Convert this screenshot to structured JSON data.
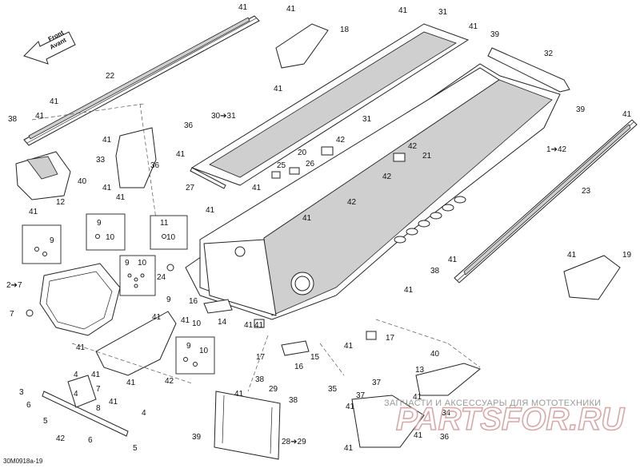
{
  "diagram": {
    "code": "30M0918a-19",
    "front_arrow": {
      "line1": "Front",
      "line2": "Avant"
    },
    "watermark_text": "ЗАПЧАСТИ И АКСЕССУАРЫ ДЛЯ МОТОТЕХНИКИ",
    "watermark_logo": "PARTSFOR.RU",
    "callouts": [
      {
        "id": "c1",
        "text": "41"
      },
      {
        "id": "c2",
        "text": "41"
      },
      {
        "id": "c3",
        "text": "18"
      },
      {
        "id": "c4",
        "text": "41"
      },
      {
        "id": "c5",
        "text": "31"
      },
      {
        "id": "c6",
        "text": "41"
      },
      {
        "id": "c7",
        "text": "39"
      },
      {
        "id": "c8",
        "text": "32"
      },
      {
        "id": "c9",
        "text": "22"
      },
      {
        "id": "c10",
        "text": "41"
      },
      {
        "id": "c11",
        "text": "38"
      },
      {
        "id": "c12",
        "text": "41"
      },
      {
        "id": "c13",
        "text": "30➔31"
      },
      {
        "id": "c14",
        "text": "41"
      },
      {
        "id": "c15",
        "text": "31"
      },
      {
        "id": "c16",
        "text": "39"
      },
      {
        "id": "c17",
        "text": "41"
      },
      {
        "id": "c18",
        "text": "36"
      },
      {
        "id": "c19",
        "text": "41"
      },
      {
        "id": "c20",
        "text": "42"
      },
      {
        "id": "c21",
        "text": "1➔42"
      },
      {
        "id": "c22",
        "text": "33"
      },
      {
        "id": "c23",
        "text": "36"
      },
      {
        "id": "c24",
        "text": "41"
      },
      {
        "id": "c25",
        "text": "20"
      },
      {
        "id": "c26",
        "text": "42"
      },
      {
        "id": "c27",
        "text": "21"
      },
      {
        "id": "c28",
        "text": "40"
      },
      {
        "id": "c29",
        "text": "41"
      },
      {
        "id": "c30",
        "text": "25"
      },
      {
        "id": "c31",
        "text": "26"
      },
      {
        "id": "c32",
        "text": "42"
      },
      {
        "id": "c33",
        "text": "23"
      },
      {
        "id": "c34",
        "text": "41"
      },
      {
        "id": "c35",
        "text": "12"
      },
      {
        "id": "c36",
        "text": "27"
      },
      {
        "id": "c37",
        "text": "41"
      },
      {
        "id": "c38",
        "text": "42"
      },
      {
        "id": "c39",
        "text": "41"
      },
      {
        "id": "c40",
        "text": "41"
      },
      {
        "id": "c41",
        "text": "9"
      },
      {
        "id": "c42",
        "text": "10"
      },
      {
        "id": "c43",
        "text": "11"
      },
      {
        "id": "c44",
        "text": "10"
      },
      {
        "id": "c45",
        "text": "41"
      },
      {
        "id": "c46",
        "text": "9"
      },
      {
        "id": "c47",
        "text": "41"
      },
      {
        "id": "c48",
        "text": "19"
      },
      {
        "id": "c49",
        "text": "2➔7"
      },
      {
        "id": "c50",
        "text": "9"
      },
      {
        "id": "c51",
        "text": "10"
      },
      {
        "id": "c52",
        "text": "24"
      },
      {
        "id": "c53",
        "text": "38"
      },
      {
        "id": "c54",
        "text": "41"
      },
      {
        "id": "c55",
        "text": "7"
      },
      {
        "id": "c56",
        "text": "9"
      },
      {
        "id": "c57",
        "text": "16"
      },
      {
        "id": "c58",
        "text": "10"
      },
      {
        "id": "c59",
        "text": "41"
      },
      {
        "id": "c60",
        "text": "41"
      },
      {
        "id": "c61",
        "text": "41"
      },
      {
        "id": "c62",
        "text": "14"
      },
      {
        "id": "c63",
        "text": "41"
      },
      {
        "id": "c64",
        "text": "41"
      },
      {
        "id": "c65",
        "text": "17"
      },
      {
        "id": "c66",
        "text": "17"
      },
      {
        "id": "c67",
        "text": "9"
      },
      {
        "id": "c68",
        "text": "10"
      },
      {
        "id": "c69",
        "text": "41"
      },
      {
        "id": "c70",
        "text": "15"
      },
      {
        "id": "c71",
        "text": "16"
      },
      {
        "id": "c72",
        "text": "41"
      },
      {
        "id": "c73",
        "text": "40"
      },
      {
        "id": "c74",
        "text": "4"
      },
      {
        "id": "c75",
        "text": "41"
      },
      {
        "id": "c76",
        "text": "42"
      },
      {
        "id": "c77",
        "text": "13"
      },
      {
        "id": "c78",
        "text": "7"
      },
      {
        "id": "c79",
        "text": "4"
      },
      {
        "id": "c80",
        "text": "41"
      },
      {
        "id": "c81",
        "text": "38"
      },
      {
        "id": "c82",
        "text": "37"
      },
      {
        "id": "c83",
        "text": "3"
      },
      {
        "id": "c84",
        "text": "29"
      },
      {
        "id": "c85",
        "text": "35"
      },
      {
        "id": "c86",
        "text": "8"
      },
      {
        "id": "c87",
        "text": "41"
      },
      {
        "id": "c88",
        "text": "38"
      },
      {
        "id": "c89",
        "text": "37"
      },
      {
        "id": "c90",
        "text": "41"
      },
      {
        "id": "c91",
        "text": "6"
      },
      {
        "id": "c92",
        "text": "41"
      },
      {
        "id": "c93",
        "text": "34"
      },
      {
        "id": "c94",
        "text": "5"
      },
      {
        "id": "c95",
        "text": "41"
      },
      {
        "id": "c96",
        "text": "42"
      },
      {
        "id": "c97",
        "text": "36"
      },
      {
        "id": "c98",
        "text": "6"
      },
      {
        "id": "c99",
        "text": "5"
      },
      {
        "id": "c100",
        "text": "39"
      },
      {
        "id": "c101",
        "text": "28➔29"
      },
      {
        "id": "c102",
        "text": "41"
      },
      {
        "id": "c103",
        "text": "41"
      },
      {
        "id": "c104",
        "text": "4"
      }
    ]
  }
}
